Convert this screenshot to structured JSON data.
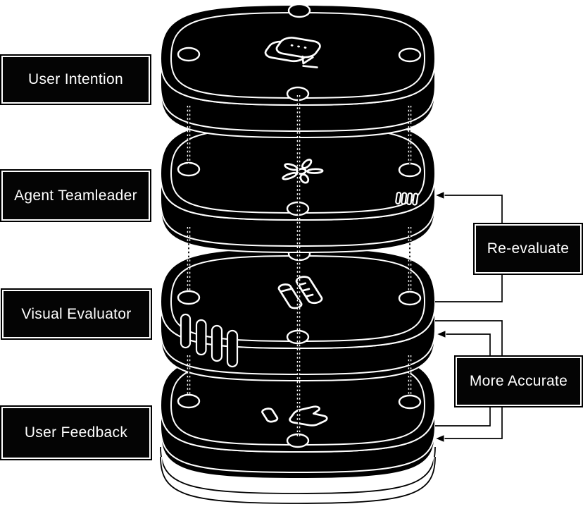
{
  "layers": [
    {
      "id": "user-intention",
      "label": "User Intention",
      "icon": "chat-bubble-icon"
    },
    {
      "id": "agent-teamleader",
      "label": "Agent Teamleader",
      "icon": "agents-cluster-icon"
    },
    {
      "id": "visual-evaluator",
      "label": "Visual Evaluator",
      "icon": "ruler-icon"
    },
    {
      "id": "user-feedback",
      "label": "User Feedback",
      "icon": "thumbs-up-icon"
    }
  ],
  "annotations": [
    {
      "id": "re-evaluate",
      "label": "Re-evaluate",
      "connects": "Visual Evaluator to Agent Teamleader",
      "arrow_direction": "left"
    },
    {
      "id": "more-accurate",
      "label": "More Accurate",
      "connects": "User Feedback and Visual Evaluator loop",
      "arrow_direction": "left"
    }
  ],
  "colors": {
    "background": "#ffffff",
    "slab": "#000000",
    "line_art": "#ffffff",
    "connector": "#000000",
    "label_bg": "#040404",
    "label_text": "#ffffff"
  }
}
